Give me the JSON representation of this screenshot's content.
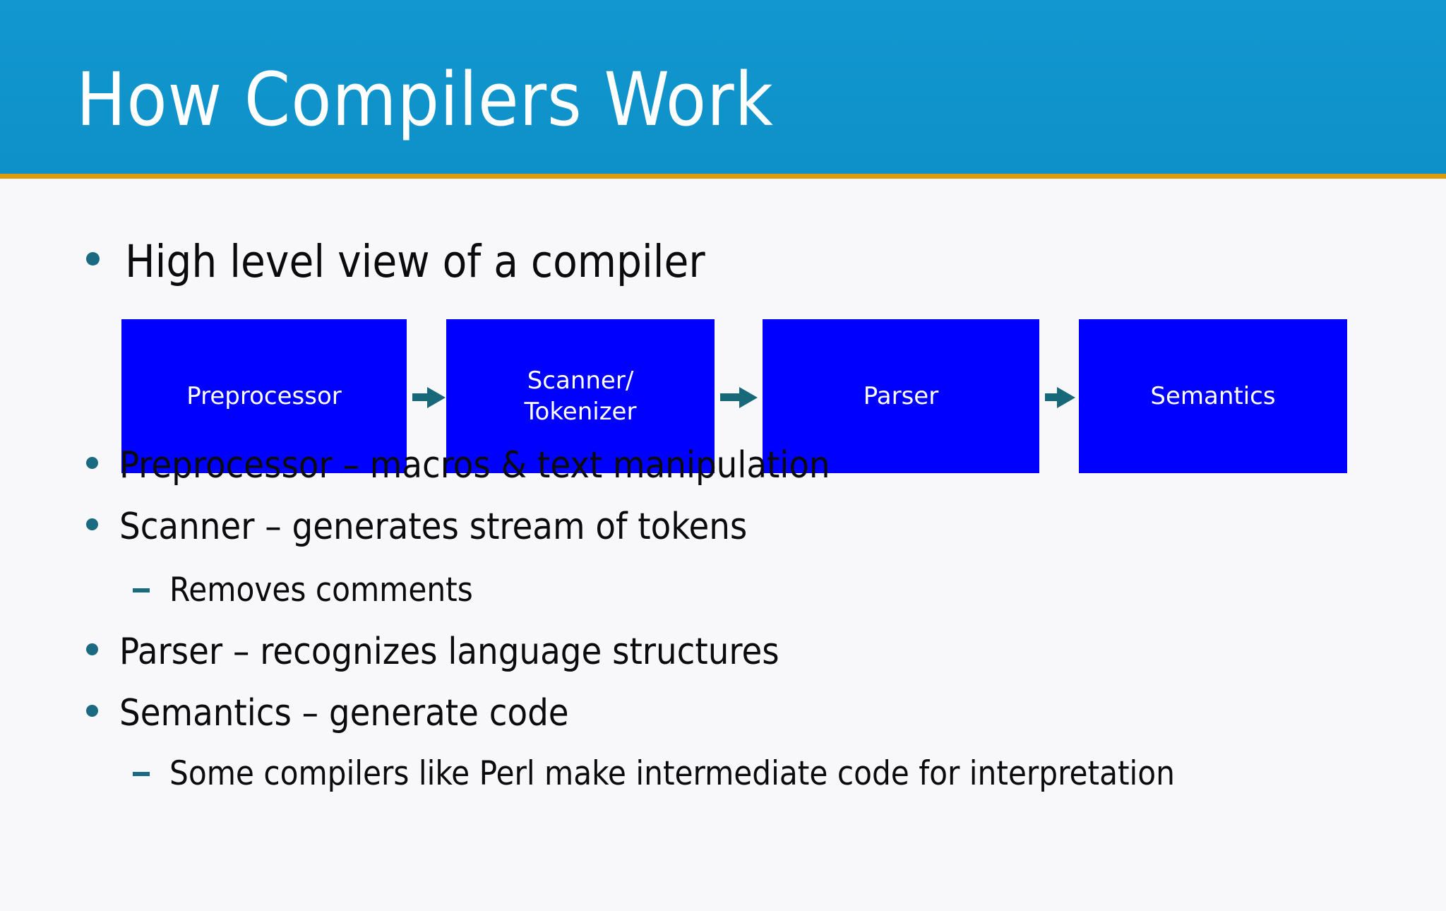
{
  "slide": {
    "title": "How Compilers Work",
    "accent_header_color": "#1195CE",
    "accent_rule_color": "#E29A0D",
    "background_color": "#F8F7FA",
    "bullet_marker_color": "#1A6B82",
    "text_color": "#0B0B0B"
  },
  "intro": {
    "text": "High level view of a compiler"
  },
  "diagram": {
    "box_fill_color": "#0000FF",
    "box_text_color": "#FFFFFF",
    "arrow_color": "#17697A",
    "stages": [
      {
        "label": "Preprocessor"
      },
      {
        "label": "Scanner/\nTokenizer"
      },
      {
        "label": "Parser"
      },
      {
        "label": "Semantics"
      }
    ],
    "arrows": [
      {
        "from": "Preprocessor",
        "to": "Scanner/Tokenizer"
      },
      {
        "from": "Scanner/Tokenizer",
        "to": "Parser"
      },
      {
        "from": "Parser",
        "to": "Semantics"
      }
    ]
  },
  "bullets": [
    {
      "level": 1,
      "text": "Preprocessor – macros & text manipulation"
    },
    {
      "level": 1,
      "text": "Scanner – generates stream of tokens"
    },
    {
      "level": 2,
      "text": "Removes comments"
    },
    {
      "level": 1,
      "text": "Parser – recognizes language structures"
    },
    {
      "level": 1,
      "text": "Semantics – generate code"
    },
    {
      "level": 2,
      "text": "Some compilers like Perl make intermediate code for interpretation"
    }
  ]
}
